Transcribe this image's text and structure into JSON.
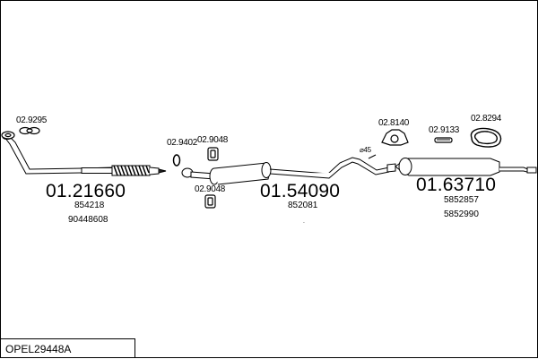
{
  "title": "OPEL29448A",
  "groups": [
    {
      "main_part": "01.21660",
      "refs": [
        "854218",
        "90448608"
      ]
    },
    {
      "main_part": "01.54090",
      "refs": [
        "852081"
      ]
    },
    {
      "main_part": "01.63710",
      "refs": [
        "5852857",
        "5852990"
      ]
    }
  ],
  "accessories": {
    "gasket_front": "02.9295",
    "clamp_left": "02.9402",
    "rubber_mount_top": "02.9048",
    "rubber_mount_bottom": "02.9048",
    "hanger_rear": "02.8140",
    "rubber_mount_rear": "02.9133",
    "gasket_rear": "02.8294"
  },
  "pipe_diameter_label": "⌀45"
}
